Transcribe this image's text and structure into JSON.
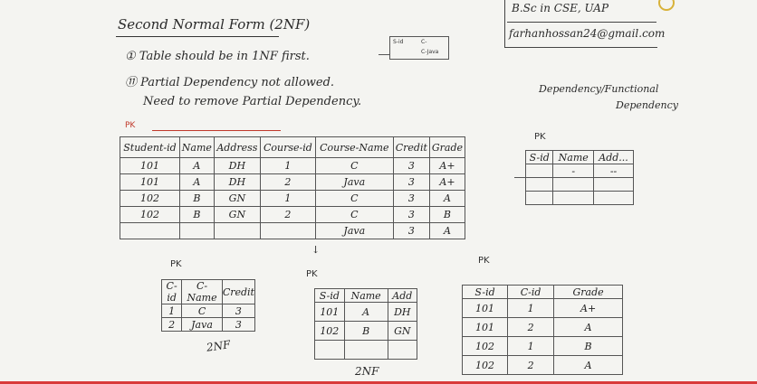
{
  "header": {
    "line1": "B.Sc in CSE, UAP",
    "line2": "farhanhossan24@gmail.com"
  },
  "title": "Second Normal Form (2NF)",
  "points": {
    "p1": "① Table should be in 1NF first.",
    "p2": "⑪ Partial Dependency not allowed.",
    "p3": "Need to remove Partial Dependency."
  },
  "side_note": {
    "line1": "Dependency/Functional",
    "line2": "Dependency"
  },
  "mini_table": {
    "a": "S-id",
    "b": "C-",
    "c": "C-Java"
  },
  "main_table": {
    "pk_label": "PK",
    "headers": [
      "Student-id",
      "Name",
      "Address",
      "Course-id",
      "Course-Name",
      "Credit",
      "Grade"
    ],
    "rows": [
      [
        "101",
        "A",
        "DH",
        "1",
        "C",
        "3",
        "A+"
      ],
      [
        "101",
        "A",
        "DH",
        "2",
        "Java",
        "3",
        "A+"
      ],
      [
        "102",
        "B",
        "GN",
        "1",
        "C",
        "3",
        "A"
      ],
      [
        "102",
        "B",
        "GN",
        "2",
        "C",
        "3",
        "B"
      ],
      [
        "",
        "",
        "",
        "",
        "Java",
        "3",
        "A"
      ]
    ]
  },
  "small_table": {
    "pk_label": "PK",
    "headers": [
      "S-id",
      "Name",
      "Add..."
    ],
    "rows": [
      [
        "",
        "-",
        "--"
      ],
      [
        "",
        "",
        ""
      ],
      [
        "",
        "",
        ""
      ]
    ]
  },
  "arrow_down": "↓",
  "t1": {
    "pk_label": "PK",
    "headers": [
      "C-id",
      "C-Name",
      "Credit"
    ],
    "rows": [
      [
        "1",
        "C",
        "3"
      ],
      [
        "2",
        "Java",
        "3"
      ]
    ],
    "label": "2NF"
  },
  "t2": {
    "pk_label": "PK",
    "headers": [
      "S-id",
      "Name",
      "Add"
    ],
    "rows": [
      [
        "101",
        "A",
        "DH"
      ],
      [
        "102",
        "B",
        "GN"
      ],
      [
        "",
        "",
        ""
      ]
    ],
    "label": "2NF"
  },
  "t3": {
    "pk_label": "PK",
    "headers": [
      "S-id",
      "C-id",
      "Grade"
    ],
    "rows": [
      [
        "101",
        "1",
        "A+"
      ],
      [
        "101",
        "2",
        "A"
      ],
      [
        "102",
        "1",
        "B"
      ],
      [
        "102",
        "2",
        "A"
      ]
    ]
  }
}
